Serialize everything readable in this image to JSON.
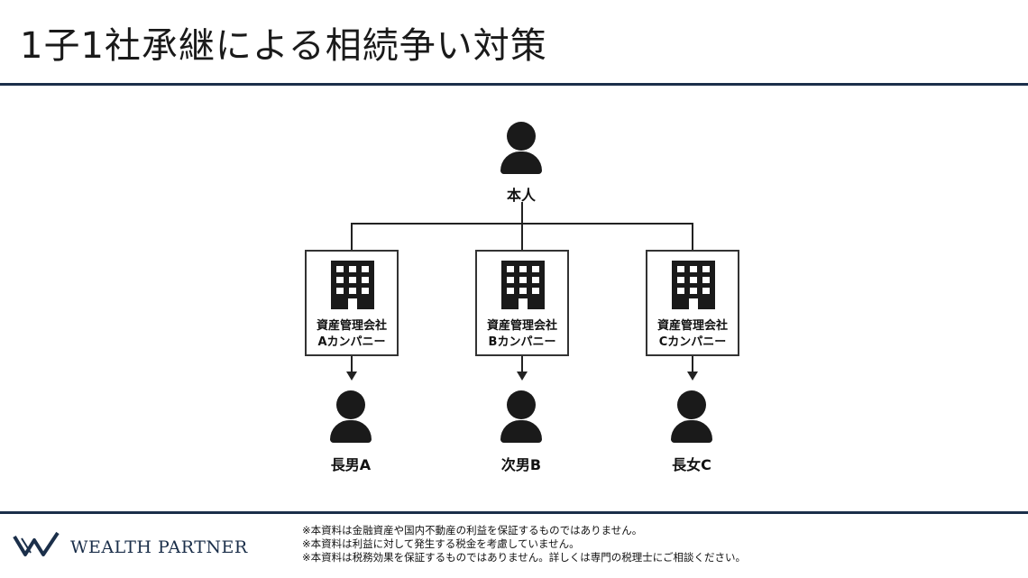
{
  "title": "1子1社承継による相続争い対策",
  "diagram": {
    "root": {
      "label": "本人",
      "icon": "person-icon"
    },
    "companies": [
      {
        "line1": "資産管理会社",
        "line2": "Aカンパニー",
        "icon": "building-icon"
      },
      {
        "line1": "資産管理会社",
        "line2": "Bカンパニー",
        "icon": "building-icon"
      },
      {
        "line1": "資産管理会社",
        "line2": "Cカンパニー",
        "icon": "building-icon"
      }
    ],
    "heirs": [
      {
        "label": "長男A",
        "icon": "person-icon"
      },
      {
        "label": "次男B",
        "icon": "person-icon"
      },
      {
        "label": "長女C",
        "icon": "person-icon"
      }
    ]
  },
  "footer": {
    "brand": "WEALTH PARTNER",
    "disclaimers": [
      "※本資料は金融資産や国内不動産の利益を保証するものではありません。",
      "※本資料は利益に対して発生する税金を考慮していません。",
      "※本資料は税務効果を保証するものではありません。詳しくは専門の税理士にご相談ください。"
    ]
  },
  "colors": {
    "rule": "#1b2f4a",
    "ink": "#1a1a1a"
  }
}
